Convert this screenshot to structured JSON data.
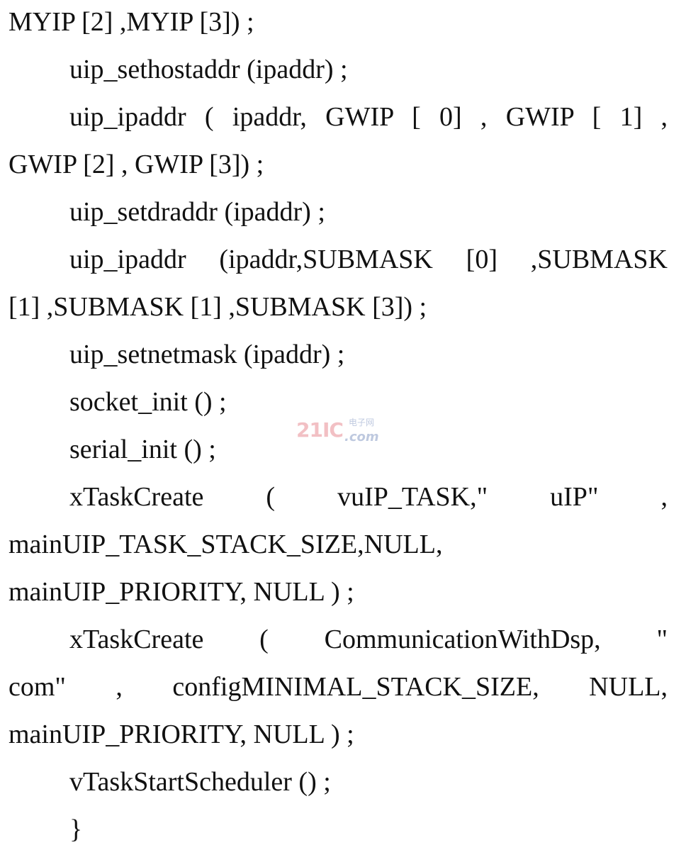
{
  "document": {
    "lines": [
      "MYIP [2] ,MYIP [3]) ;",
      "uip_sethostaddr (ipaddr) ;",
      "uip_ipaddr ( ipaddr, GWIP [ 0] , GWIP [ 1] ,",
      "GWIP [2] , GWIP [3]) ;",
      "uip_setdraddr (ipaddr) ;",
      "uip_ipaddr (ipaddr,SUBMASK [0] ,SUBMASK",
      "[1] ,SUBMASK [1] ,SUBMASK [3]) ;",
      "uip_setnetmask (ipaddr) ;",
      "socket_init () ;",
      "serial_init () ;",
      "xTaskCreate ( vuIP_TASK,\" uIP\" ,",
      "mainUIP_TASK_STACK_SIZE,NULL,",
      "mainUIP_PRIORITY, NULL ) ;",
      "xTaskCreate ( CommunicationWithDsp, \"",
      "com\" , configMINIMAL_STACK_SIZE, NULL,",
      "mainUIP_PRIORITY, NULL ) ;",
      "vTaskStartScheduler () ;",
      "}"
    ]
  },
  "watermark": {
    "main": "21IC",
    "top": "电子网",
    "sub": ".com",
    "colors": {
      "red": "#d3202f",
      "blue": "#1b3f8f"
    }
  }
}
